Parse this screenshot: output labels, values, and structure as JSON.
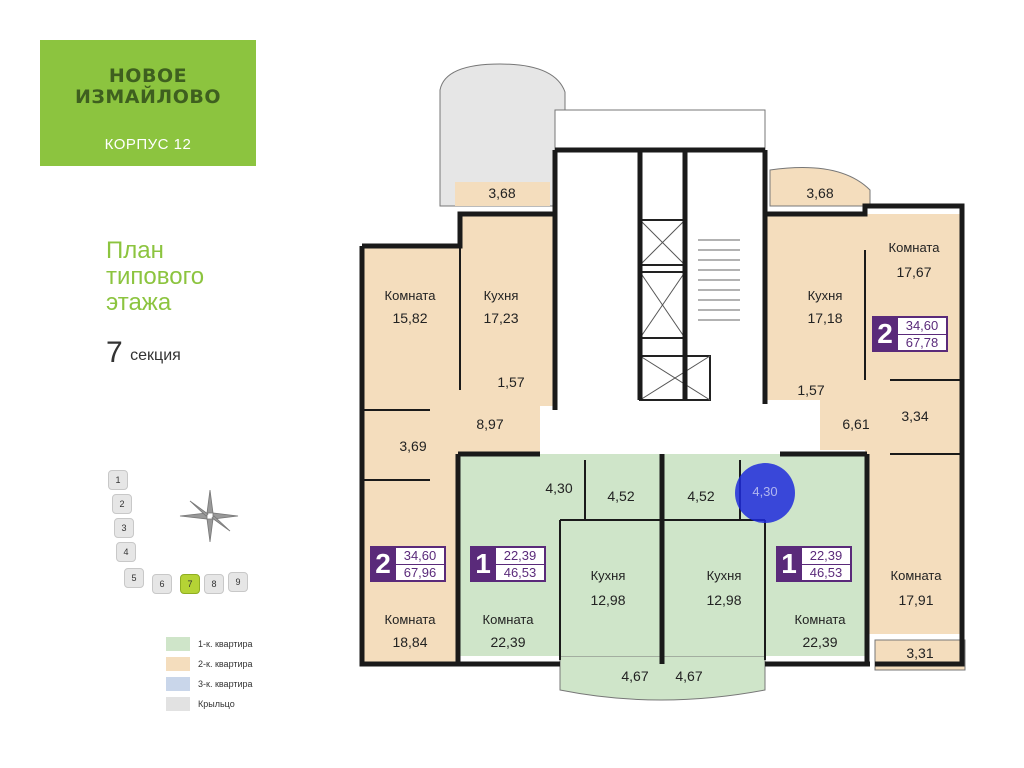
{
  "logo": {
    "line1": "новое",
    "line2": "измайлово",
    "sub": "корпус 12"
  },
  "title": {
    "line1": "План",
    "line2": "типового",
    "line3": "этажа",
    "section_num": "7",
    "section_word": "секция"
  },
  "keymap": {
    "blocks": [
      "1",
      "2",
      "3",
      "4",
      "5",
      "6",
      "7",
      "8",
      "9"
    ],
    "active": "7"
  },
  "legend": [
    {
      "label": "1-к. квартира",
      "color": "#cfe5c9"
    },
    {
      "label": "2-к. квартира",
      "color": "#f4ddbd"
    },
    {
      "label": "3-к. квартира",
      "color": "#c9d6ea"
    },
    {
      "label": "Крыльцо",
      "color": "#e2e2e2"
    }
  ],
  "rooms": {
    "balc_l": "3,68",
    "balc_r": "3,68",
    "komnata_label": "Комната",
    "kuhnya_label": "Кухня",
    "r_left_room": "15,82",
    "r_left_kitchen": "17,23",
    "r_left_wc": "1,57",
    "r_left_hall": "8,97",
    "r_left_bath": "3,69",
    "r_left_bottom_room": "18,84",
    "r_right_room": "17,67",
    "r_right_kitchen": "17,18",
    "r_right_wc": "1,57",
    "r_right_hall": "6,61",
    "r_right_bath": "3,34",
    "r_right_bottom_room": "17,91",
    "r_right_bottom_balc": "3,31",
    "c1_hall": "4,30",
    "c1_bath": "4,52",
    "c1_kitchen": "12,98",
    "c1_room": "22,39",
    "c1_balc": "4,67",
    "c2_hall": "4,30",
    "c2_bath": "4,52",
    "c2_kitchen": "12,98",
    "c2_room": "22,39",
    "c2_balc": "4,67"
  },
  "badges": {
    "left": {
      "num": "2",
      "v1": "34,60",
      "v2": "67,96"
    },
    "right": {
      "num": "2",
      "v1": "34,60",
      "v2": "67,78"
    },
    "c1": {
      "num": "1",
      "v1": "22,39",
      "v2": "46,53"
    },
    "c2": {
      "num": "1",
      "v1": "22,39",
      "v2": "46,53"
    }
  },
  "colors": {
    "one_room": "#cfe5c9",
    "two_room": "#f4ddbd",
    "badge": "#5a2a7a",
    "marker": "#1f2bdc",
    "brand": "#8cc43f"
  },
  "icons": [
    "compass-rose-icon",
    "location-marker-icon"
  ]
}
